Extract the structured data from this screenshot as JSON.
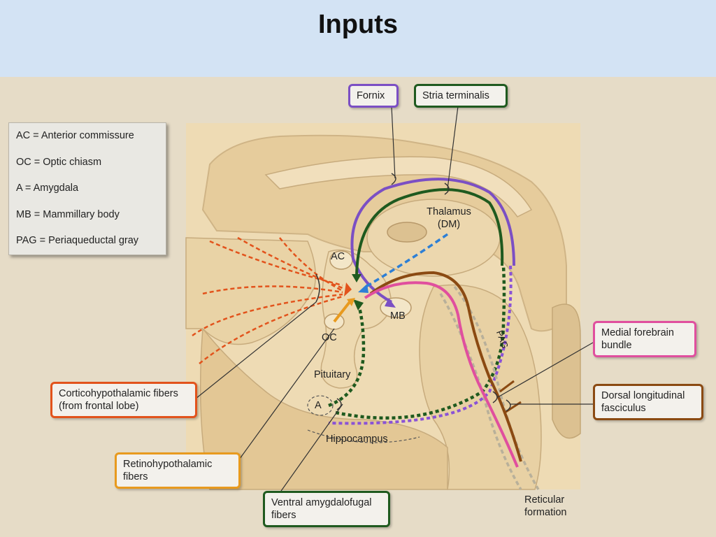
{
  "slide": {
    "title": "Inputs"
  },
  "legend": {
    "items": [
      "AC = Anterior commissure",
      "OC = Optic chiasm",
      "A = Amygdala",
      "MB = Mammillary body",
      "PAG = Periaqueductal gray"
    ]
  },
  "callouts": {
    "fornix": "Fornix",
    "stria_terminalis": "Stria terminalis",
    "medial_forebrain_line1": "Medial forebrain",
    "medial_forebrain_line2": "bundle",
    "dorsal_longitudinal_line1": "Dorsal longitudinal",
    "dorsal_longitudinal_line2": "fasciculus",
    "corticohypothalamic_line1": "Corticohypothalamic fibers",
    "corticohypothalamic_line2": "(from frontal lobe)",
    "retinohypothalamic_line1": "Retinohypothalamic",
    "retinohypothalamic_line2": "fibers",
    "ventral_amygdalofugal_line1": "Ventral amygdalofugal",
    "ventral_amygdalofugal_line2": "fibers"
  },
  "structure_labels": {
    "thalamus_line1": "Thalamus",
    "thalamus_line2": "(DM)",
    "ac": "AC",
    "mb": "MB",
    "oc": "OC",
    "pituitary": "Pituitary",
    "a": "A",
    "hippocampus": "Hippocampus",
    "pag": "PAG",
    "reticular_line1": "Reticular",
    "reticular_line2": "formation"
  },
  "colors": {
    "header_bg": "#d3e3f4",
    "fornix": "#7b4fc4",
    "stria_terminalis": "#1f5a1f",
    "medial_forebrain": "#e04f9e",
    "dorsal_longitudinal": "#8b4a12",
    "corticohypothalamic": "#e2531c",
    "retinohypothalamic": "#e89a1e",
    "ventral_amygdalofugal": "#1f5a1f",
    "thalamic_input": "#2d7fd6"
  }
}
